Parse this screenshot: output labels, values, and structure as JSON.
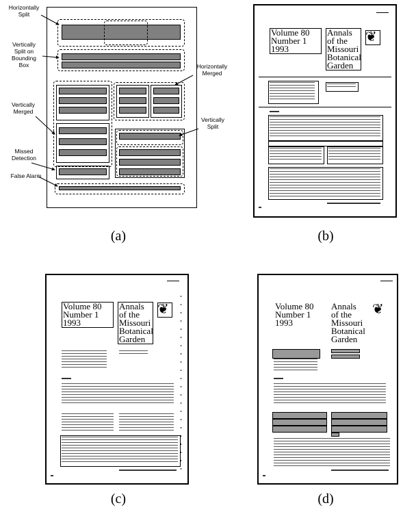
{
  "panel_a": {
    "labels": {
      "horizontally_split": "Horizontally\nSplit",
      "vertically_split_bbox": "Vertically\nSplit on\nBounding\nBox",
      "horizontally_merged": "Horizontally\nMerged",
      "vertically_merged": "Vertically\nMerged",
      "vertically_split": "Vertically\nSplit",
      "missed_detection": "Missed\nDetection",
      "false_alarm": "False Alarm"
    }
  },
  "document": {
    "volume_line1": "Volume 80",
    "volume_line2": "Number 1",
    "volume_line3": "1993",
    "annals_line1": "Annals",
    "annals_line2": "of the",
    "annals_line3": "Missouri",
    "annals_line4": "Botanical",
    "annals_line5": "Garden",
    "logo_glyph": "❦"
  },
  "captions": {
    "a": "(a)",
    "b": "(b)",
    "c": "(c)",
    "d": "(d)"
  }
}
